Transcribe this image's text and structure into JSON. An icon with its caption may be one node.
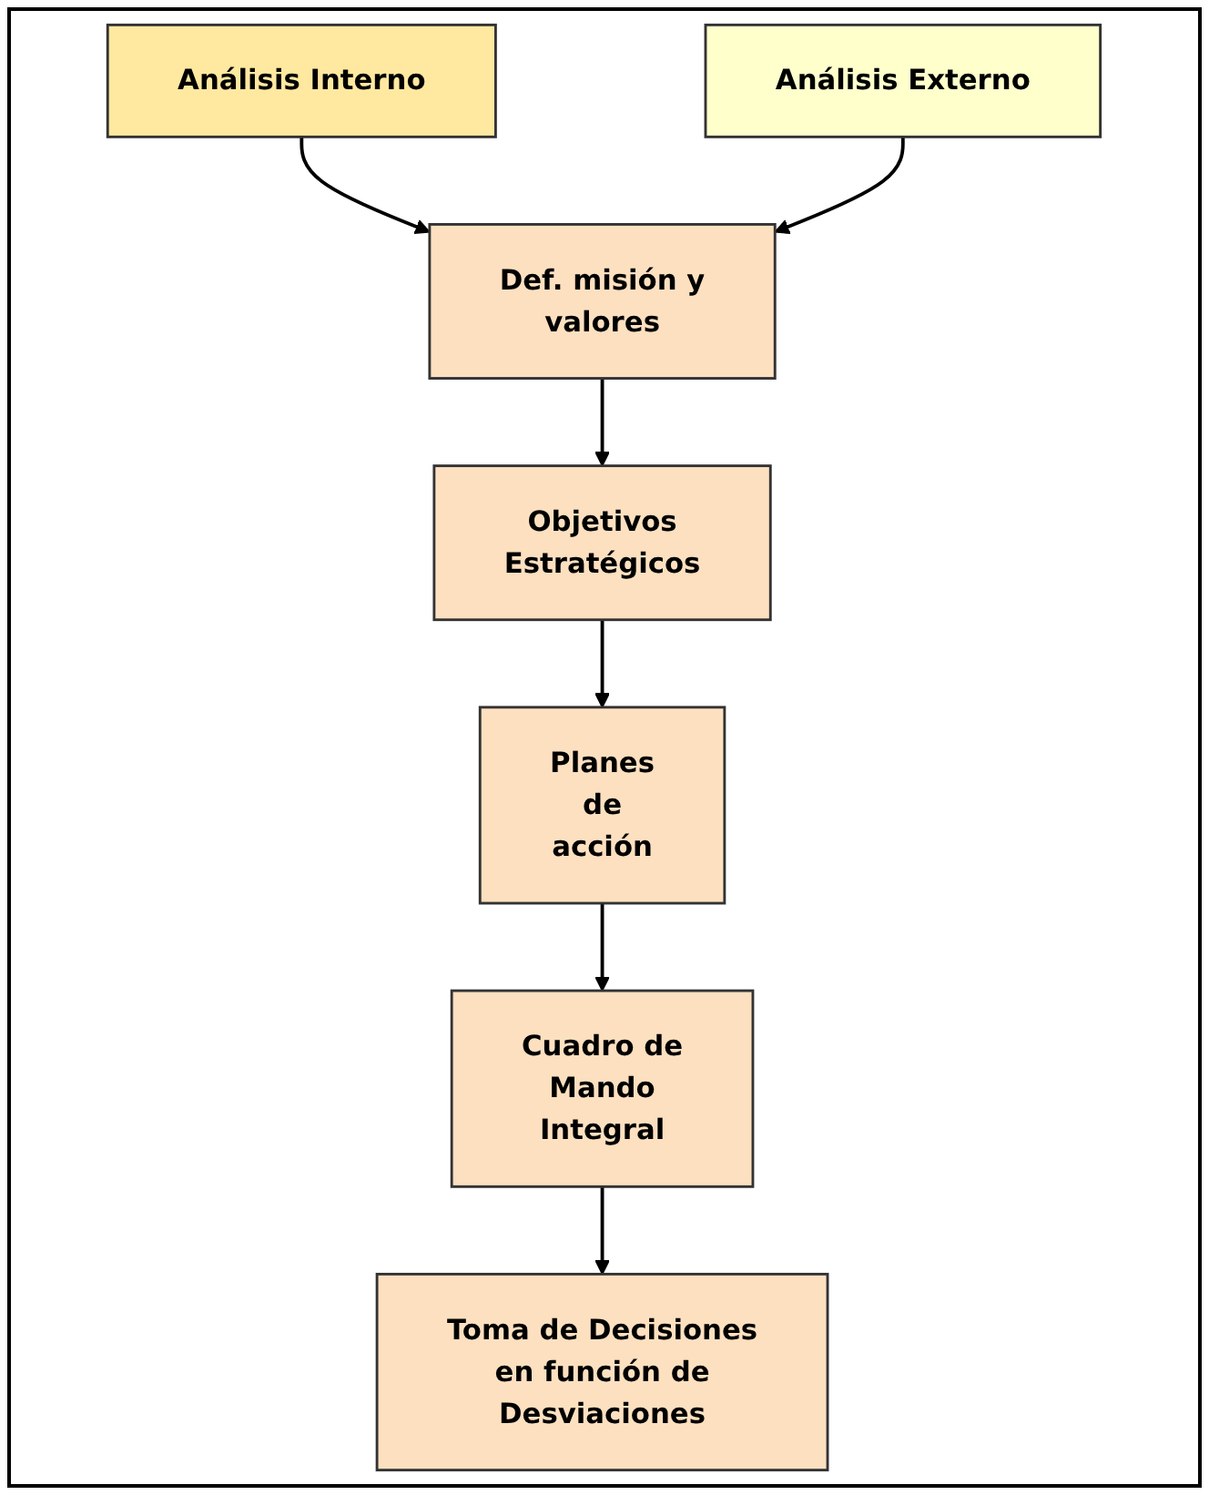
{
  "diagram": {
    "nodes": [
      {
        "text": [
          "Análisis Interno"
        ]
      },
      {
        "text": [
          "Análisis Externo"
        ]
      },
      {
        "text": [
          "Def. misión y valores"
        ]
      },
      {
        "text": [
          "Objetivos Estratégicos"
        ]
      },
      {
        "text": [
          "Planes de acción"
        ]
      },
      {
        "text": [
          "Cuadro de Mando Integral"
        ]
      },
      {
        "text": [
          "Toma de Decisiones en función de Desviaciones"
        ]
      }
    ],
    "edges": [
      {
        "from": 0,
        "to": 2,
        "arrow": "to"
      },
      {
        "from": 1,
        "to": 2,
        "arrow": "to"
      },
      {
        "from": 2,
        "to": 3,
        "arrow": "to"
      },
      {
        "from": 3,
        "to": 4,
        "arrow": "to"
      },
      {
        "from": 4,
        "to": 5,
        "arrow": "to"
      },
      {
        "from": 5,
        "to": 6,
        "arrow": "to"
      }
    ]
  }
}
